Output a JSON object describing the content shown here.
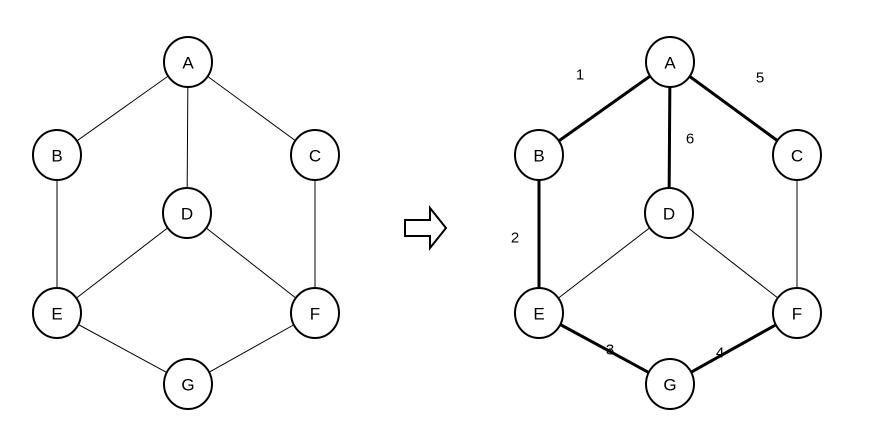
{
  "colors": {
    "node_stroke": "#000000",
    "edge": "#000000",
    "highlight": "#e02020"
  },
  "nodes": [
    "A",
    "B",
    "C",
    "D",
    "E",
    "F",
    "G"
  ],
  "left_graph": {
    "edges": [
      [
        "A",
        "B"
      ],
      [
        "A",
        "C"
      ],
      [
        "A",
        "D"
      ],
      [
        "B",
        "E"
      ],
      [
        "C",
        "F"
      ],
      [
        "D",
        "E"
      ],
      [
        "D",
        "F"
      ],
      [
        "E",
        "G"
      ],
      [
        "F",
        "G"
      ]
    ]
  },
  "arrow_icon": "right-arrow-icon",
  "right_graph": {
    "edges": [
      {
        "from": "A",
        "to": "B",
        "order": "1",
        "highlighted": true
      },
      {
        "from": "B",
        "to": "E",
        "order": "2",
        "highlighted": true
      },
      {
        "from": "E",
        "to": "G",
        "order": "3",
        "highlighted": true
      },
      {
        "from": "G",
        "to": "F",
        "order": "4",
        "highlighted": true
      },
      {
        "from": "A",
        "to": "C",
        "order": "5",
        "highlighted": true
      },
      {
        "from": "A",
        "to": "D",
        "order": "6",
        "highlighted": true
      },
      {
        "from": "C",
        "to": "F",
        "order": "",
        "highlighted": false
      },
      {
        "from": "D",
        "to": "E",
        "order": "",
        "highlighted": false
      },
      {
        "from": "D",
        "to": "F",
        "order": "",
        "highlighted": false
      }
    ]
  }
}
